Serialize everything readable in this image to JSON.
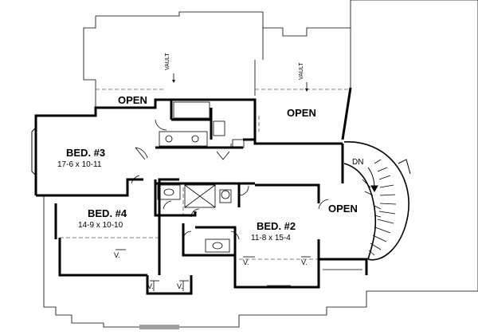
{
  "rooms": {
    "bed3": {
      "name": "BED. #3",
      "dims": "17-6  x  10-11"
    },
    "bed4": {
      "name": "BED. #4",
      "dims": "14-9  x  10-10"
    },
    "bed2": {
      "name": "BED. #2",
      "dims": "11-8  x  15-4"
    }
  },
  "open_areas": {
    "left": "OPEN",
    "center": "OPEN",
    "right": "OPEN"
  },
  "vault_labels": {
    "left": "VAULT",
    "right": "VAULT"
  },
  "stair": {
    "label": "DN"
  },
  "vent_marks": {
    "mark": "V."
  }
}
